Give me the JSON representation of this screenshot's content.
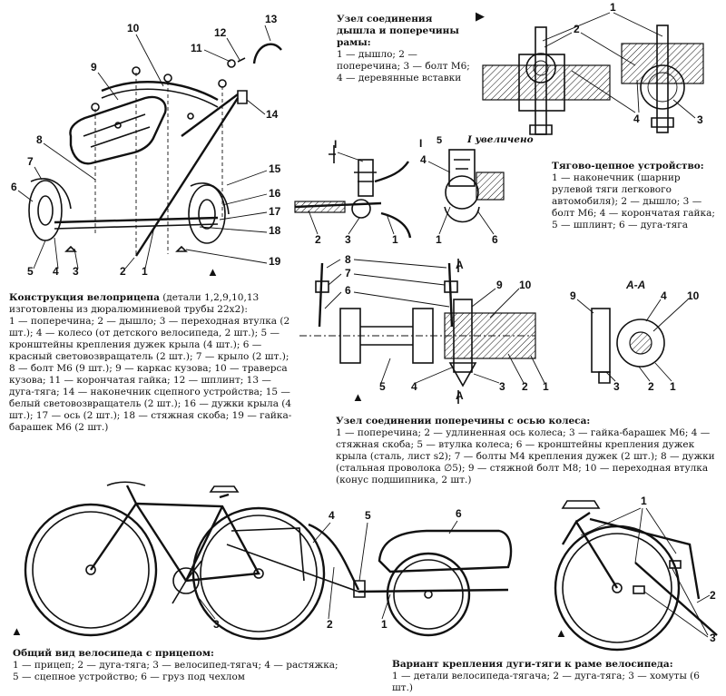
{
  "joint_drawbar": {
    "marker": "▶",
    "title": "Узел соединения дышла и поперечины рамы:",
    "legend": "1 — дышло; 2 — поперечина; 3 — болт М6; 4 — деревянные вставки",
    "labels": [
      "1",
      "2",
      "3",
      "4"
    ]
  },
  "hitch": {
    "title": "Тягово-цепное устройство:",
    "legend": "1 — наконечник (шарнир рулевой тяги легкового автомобиля); 2 — дышло; 3 — болт М6; 4 — корончатая гайка; 5 — шплинт; 6 — дуга-тяга",
    "labels": [
      "1",
      "2",
      "3",
      "4",
      "5",
      "6"
    ],
    "section_mark": "I",
    "zoom_note": "увеличено"
  },
  "trailer_construction": {
    "title": "Конструкция велоприцепа",
    "title_rest": " (детали 1,2,9,10,13 изготовлены из дюралюминиевой трубы 22х2):",
    "legend": "1 — поперечина; 2 — дышло; 3 — переходная втулка (2 шт.); 4 — колесо (от детского велосипеда, 2 шт.); 5 — кронштейны крепления дужек крыла (4 шт.); 6 — красный световозвращатель (2 шт.); 7 — крыло (2 шт.); 8 — болт М6 (9 шт.); 9 — каркас кузова; 10 — траверса кузова; 11 — корончатая гайка; 12 — шплинт; 13 — дуга-тяга; 14 — наконечник сцепного устройства; 15 — белый световозвращатель (2 шт.); 16 — дужки крыла (4 шт.); 17 — ось (2 шт.); 18 — стяжная скоба; 19 — гайка-барашек М6 (2 шт.)",
    "labels": [
      "1",
      "2",
      "3",
      "4",
      "5",
      "6",
      "7",
      "8",
      "9",
      "10",
      "11",
      "12",
      "13",
      "14",
      "15",
      "16",
      "17",
      "18",
      "19"
    ],
    "marker": "▲"
  },
  "axle_joint": {
    "title": "Узел соединении поперечины с осью колеса:",
    "legend": "1 — поперечина; 2 — удлиненная ось колеса; 3 — гайка-барашек М6; 4 — стяжная скоба; 5 — втулка колеса; 6 — кронштейны крепления дужек крыла (сталь, лист s2); 7 — болты М4 крепления дужек (2 шт.); 8 — дужки (стальная проволока ∅5); 9 — стяжной болт М8; 10 — переходная втулка (конус подшипника, 2 шт.)",
    "labels": [
      "1",
      "2",
      "3",
      "4",
      "5",
      "6",
      "7",
      "8",
      "9",
      "10"
    ],
    "section": "А-А",
    "section_letter": "А",
    "marker": "▲"
  },
  "general_view": {
    "title": "Общий вид велосипеда с прицепом:",
    "legend": "1 — прицеп; 2 — дуга-тяга; 3 — велосипед-тягач; 4 — растяжка; 5 — сцепное устройство; 6 — груз под чехлом",
    "labels": [
      "1",
      "2",
      "3",
      "4",
      "5",
      "6"
    ],
    "marker": "▲"
  },
  "variant": {
    "title": "Вариант крепления дуги-тяги к раме велосипеда:",
    "legend": "1 — детали велосипеда-тягача; 2 — дуга-тяга; 3 — хомуты (6 шт.)",
    "labels": [
      "1",
      "2",
      "3"
    ],
    "marker": "▲"
  }
}
